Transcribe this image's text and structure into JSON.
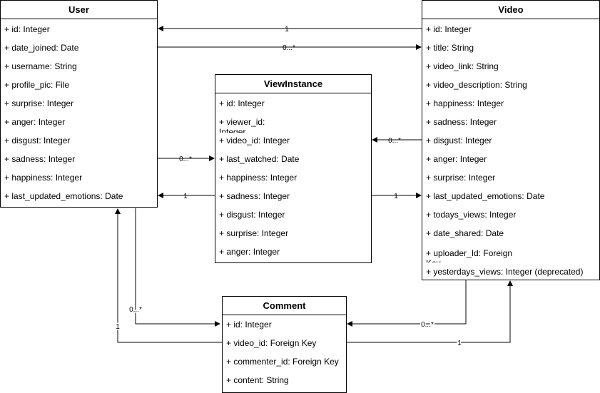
{
  "entities": {
    "user": {
      "title": "User",
      "fields": [
        "+ id: Integer",
        "+ date_joined: Date",
        "+ username: String",
        "+ profile_pic: File",
        "+ surprise: Integer",
        "+ anger: Integer",
        "+ disgust: Integer",
        "+ sadness: Integer",
        "+ happiness:  Integer",
        "+ last_updated_emotions: Date"
      ]
    },
    "video": {
      "title": "Video",
      "fields": [
        "+ id: Integer",
        "+ title: String",
        "+ video_link: String",
        "+ video_description: String",
        "+ happiness:  Integer",
        "+ sadness: Integer",
        "+ disgust: Integer",
        "+ anger: Integer",
        "+ surprise: Integer",
        "+ last_updated_emotions: Date",
        "+ todays_views: Integer",
        "+ date_shared: Date",
        "+ uploader_Id: Foreign Key",
        "+ yesterdays_views: Integer (deprecated)"
      ]
    },
    "view_instance": {
      "title": "ViewInstance",
      "fields": [
        "+ id: Integer",
        "+ viewer_id: Integer",
        "+ video_id: Integer",
        "+ last_watched: Date",
        "+ happiness:  Integer",
        "+ sadness: Integer",
        "+ disgust: Integer",
        "+ surprise: Integer",
        "+ anger: Integer"
      ]
    },
    "comment": {
      "title": "Comment",
      "fields": [
        "+ id: Integer",
        "+ video_id: Foreign Key",
        "+ commenter_id: Foreign Key",
        "+ content: String"
      ]
    }
  },
  "relations": {
    "video_user_id": "1",
    "user_video_date": "0...*",
    "video_viewinstance": "0...*",
    "user_viewinstance_many": "0...*",
    "viewinstance_user_one": "1",
    "viewinstance_video_one": "1",
    "user_comment_many": "0...*",
    "comment_user_one": "1",
    "video_comment_many": "0...*",
    "comment_video_one": "1"
  }
}
